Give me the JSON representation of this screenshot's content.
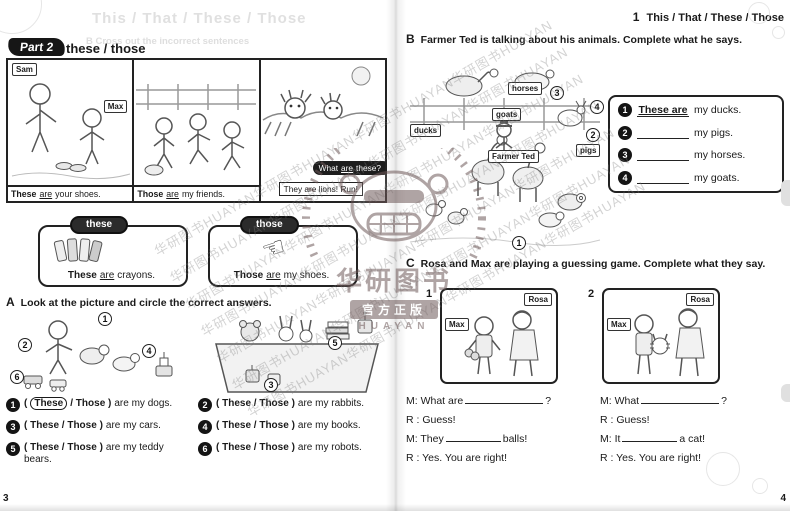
{
  "watermark": {
    "diagonal_text": "华研图书HUAYAN华研图书HUAYAN华研图书HUAYAN华研图书HUAYAN",
    "stamp_name": "华研图书",
    "stamp_banner": "官方正版",
    "stamp_sub": "HUAYAN"
  },
  "left_page": {
    "ghost_title": "This / That / These / Those",
    "ghost_line": "B  Cross out the incorrect sentences",
    "part_badge": "Part 2",
    "part_title": "these / those",
    "comic": {
      "panel1": {
        "name1": "Sam",
        "name2": "Max",
        "caption": {
          "bold": "These",
          "ul": "are",
          "rest": "your shoes."
        }
      },
      "panel2": {
        "caption": {
          "bold": "Those",
          "ul": "are",
          "rest": "my friends."
        }
      },
      "panel3": {
        "bubble": {
          "pre": "What",
          "ul": "are",
          "rest": "these?"
        },
        "caption": "They are lions! Run!"
      }
    },
    "concepts": [
      {
        "tab": "these",
        "sentence": {
          "bold": "These",
          "ul": "are",
          "rest": "crayons."
        }
      },
      {
        "tab": "those",
        "sentence": {
          "bold": "Those",
          "ul": "are",
          "rest": "my shoes."
        }
      }
    ],
    "section_a": {
      "letter": "A",
      "heading": "Look at the picture and circle the correct answers.",
      "picture_numbers": [
        "1",
        "2",
        "3",
        "4",
        "5",
        "6"
      ],
      "items": [
        {
          "num": "1",
          "open": "(",
          "circled": "These",
          "mid": "/ Those )",
          "rest": "are my dogs."
        },
        {
          "num": "2",
          "options": "( These / Those )",
          "rest": "are my rabbits."
        },
        {
          "num": "3",
          "options": "( These / Those )",
          "rest": "are my cars."
        },
        {
          "num": "4",
          "options": "( These / Those )",
          "rest": "are my books."
        },
        {
          "num": "5",
          "options": "( These / Those )",
          "rest": "are my teddy bears."
        },
        {
          "num": "6",
          "options": "( These / Those )",
          "rest": "are my robots."
        }
      ]
    },
    "page_number": "3"
  },
  "right_page": {
    "header": {
      "unit": "1",
      "title": "This / That / These / Those"
    },
    "section_b": {
      "letter": "B",
      "heading": "Farmer Ted is talking about his animals. Complete what he says.",
      "labels": {
        "horses": "horses",
        "goats": "goats",
        "ducks": "ducks",
        "pigs": "pigs",
        "farmer": "Farmer Ted"
      },
      "numbers": [
        "1",
        "2",
        "3",
        "4"
      ],
      "answers": [
        {
          "num": "1",
          "answer": "These are",
          "rest": "my ducks."
        },
        {
          "num": "2",
          "answer": "",
          "rest": "my pigs."
        },
        {
          "num": "3",
          "answer": "",
          "rest": "my horses."
        },
        {
          "num": "4",
          "answer": "",
          "rest": "my goats."
        }
      ]
    },
    "section_c": {
      "letter": "C",
      "heading": "Rosa and Max are playing a guessing game. Complete what they say.",
      "scenes": [
        {
          "num": "1",
          "label_max": "Max",
          "label_rosa": "Rosa"
        },
        {
          "num": "2",
          "label_max": "Max",
          "label_rosa": "Rosa"
        }
      ],
      "dialog1": {
        "l1_pre": "M: What are",
        "l1_post": "?",
        "l2": "R : Guess!",
        "l3_pre": "M: They",
        "l3_post": "balls!",
        "l4": "R : Yes. You are right!"
      },
      "dialog2": {
        "l1_pre": "M: What",
        "l1_post": "?",
        "l2": "R : Guess!",
        "l3_pre": "M: It",
        "l3_post": "a cat!",
        "l4": "R : Yes. You are right!"
      }
    },
    "page_number": "4"
  }
}
